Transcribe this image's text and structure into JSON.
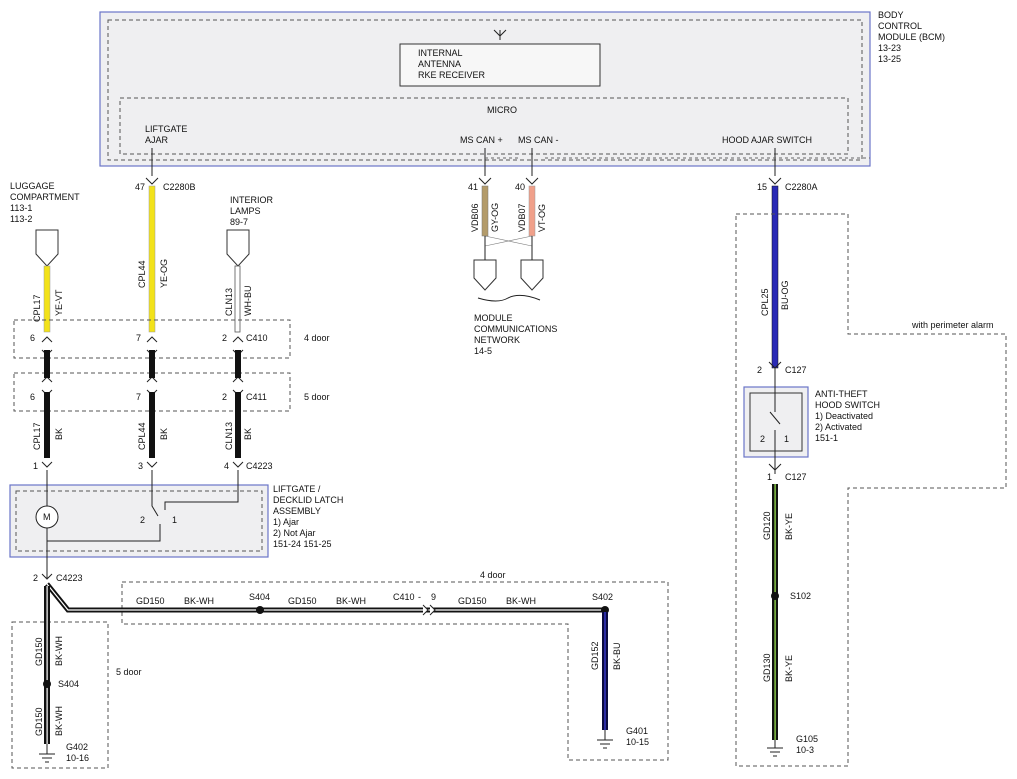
{
  "bcm": {
    "title": [
      "BODY",
      "CONTROL",
      "MODULE (BCM)",
      "13-23",
      "13-25"
    ],
    "antenna_box": [
      "INTERNAL",
      "ANTENNA",
      "RKE RECEIVER"
    ],
    "micro": "MICRO",
    "liftgate_ajar": [
      "LIFTGATE",
      "AJAR"
    ],
    "ms_can_plus": "MS CAN +",
    "ms_can_minus": "MS CAN -",
    "hood_ajar_switch": "HOOD AJAR SWITCH"
  },
  "references": {
    "luggage": [
      "LUGGAGE",
      "COMPARTMENT",
      "113-1",
      "113-2"
    ],
    "interior_lamps": [
      "INTERIOR",
      "LAMPS",
      "89-7"
    ],
    "module_comm": [
      "MODULE",
      "COMMUNICATIONS",
      "NETWORK",
      "14-5"
    ]
  },
  "connectors": {
    "c2280b_pin": "47",
    "c2280b": "C2280B",
    "pin41": "41",
    "pin40": "40",
    "c2280a_pin": "15",
    "c2280a": "C2280A",
    "c410": "C410",
    "c410_pins": [
      "6",
      "7",
      "2"
    ],
    "c411": "C411",
    "c411_pins": [
      "6",
      "7",
      "2"
    ],
    "c4223_pins": [
      "1",
      "3",
      "4"
    ],
    "c4223": "C4223",
    "c4223_b_pin": "2",
    "c4223_b": "C4223",
    "c127_top_pin": "2",
    "c127_top": "C127",
    "c127_bot_pin": "1",
    "c127_bot": "C127",
    "inline_c410": "C410",
    "inline_pin": "9"
  },
  "door_labels": {
    "four_door": "4 door",
    "five_door": "5 door",
    "four_door_lower": "4 door",
    "five_door_lower": "5 door"
  },
  "wires": {
    "cpl17": "CPL17",
    "ye_vt": "YE-VT",
    "cpl44": "CPL44",
    "ye_og": "YE-OG",
    "cln13": "CLN13",
    "wh_bu": "WH-BU",
    "vdb06": "VDB06",
    "gy_og": "GY-OG",
    "vdb07": "VDB07",
    "vt_og": "VT-OG",
    "cpl25": "CPL25",
    "bu_og": "BU-OG",
    "cpl17_b": "CPL17",
    "bk1": "BK",
    "cpl44_b": "CPL44",
    "bk2": "BK",
    "cln13_b": "CLN13",
    "bk3": "BK",
    "gd150": "GD150",
    "bk_wh": "BK-WH",
    "gd152": "GD152",
    "bk_bu": "BK-BU",
    "gd120": "GD120",
    "bk_ye": "BK-YE",
    "gd130": "GD130",
    "bk_ye2": "BK-YE"
  },
  "splices": {
    "s404": "S404",
    "s402": "S402",
    "s102": "S102"
  },
  "grounds": {
    "g402": "G402",
    "g402_ref": "10-16",
    "g401": "G401",
    "g401_ref": "10-15",
    "g105": "G105",
    "g105_ref": "10-3"
  },
  "latch": {
    "title": [
      "LIFTGATE /",
      "DECKLID LATCH",
      "ASSEMBLY"
    ],
    "states": [
      "1) Ajar",
      "2) Not Ajar"
    ],
    "refs": "151-24   151-25",
    "motor": "M",
    "sw_pin2": "2",
    "sw_pin1": "1"
  },
  "hood_switch": {
    "title": [
      "ANTI-THEFT",
      "HOOD SWITCH"
    ],
    "states": [
      "1) Deactivated",
      "2) Activated"
    ],
    "ref": "151-1",
    "sw_pin2": "2",
    "sw_pin1": "1"
  },
  "perimeter": "with perimeter alarm",
  "colors": {
    "yellow": "#f2e21a",
    "orange_pink": "#f0a08a",
    "tan": "#b39b6a",
    "blue": "#2a2ab5",
    "black": "#111111",
    "green_stripe": "#8ed14a",
    "bcm_border": "#6a74c8",
    "bcm_fill": "#f0f0f0"
  }
}
